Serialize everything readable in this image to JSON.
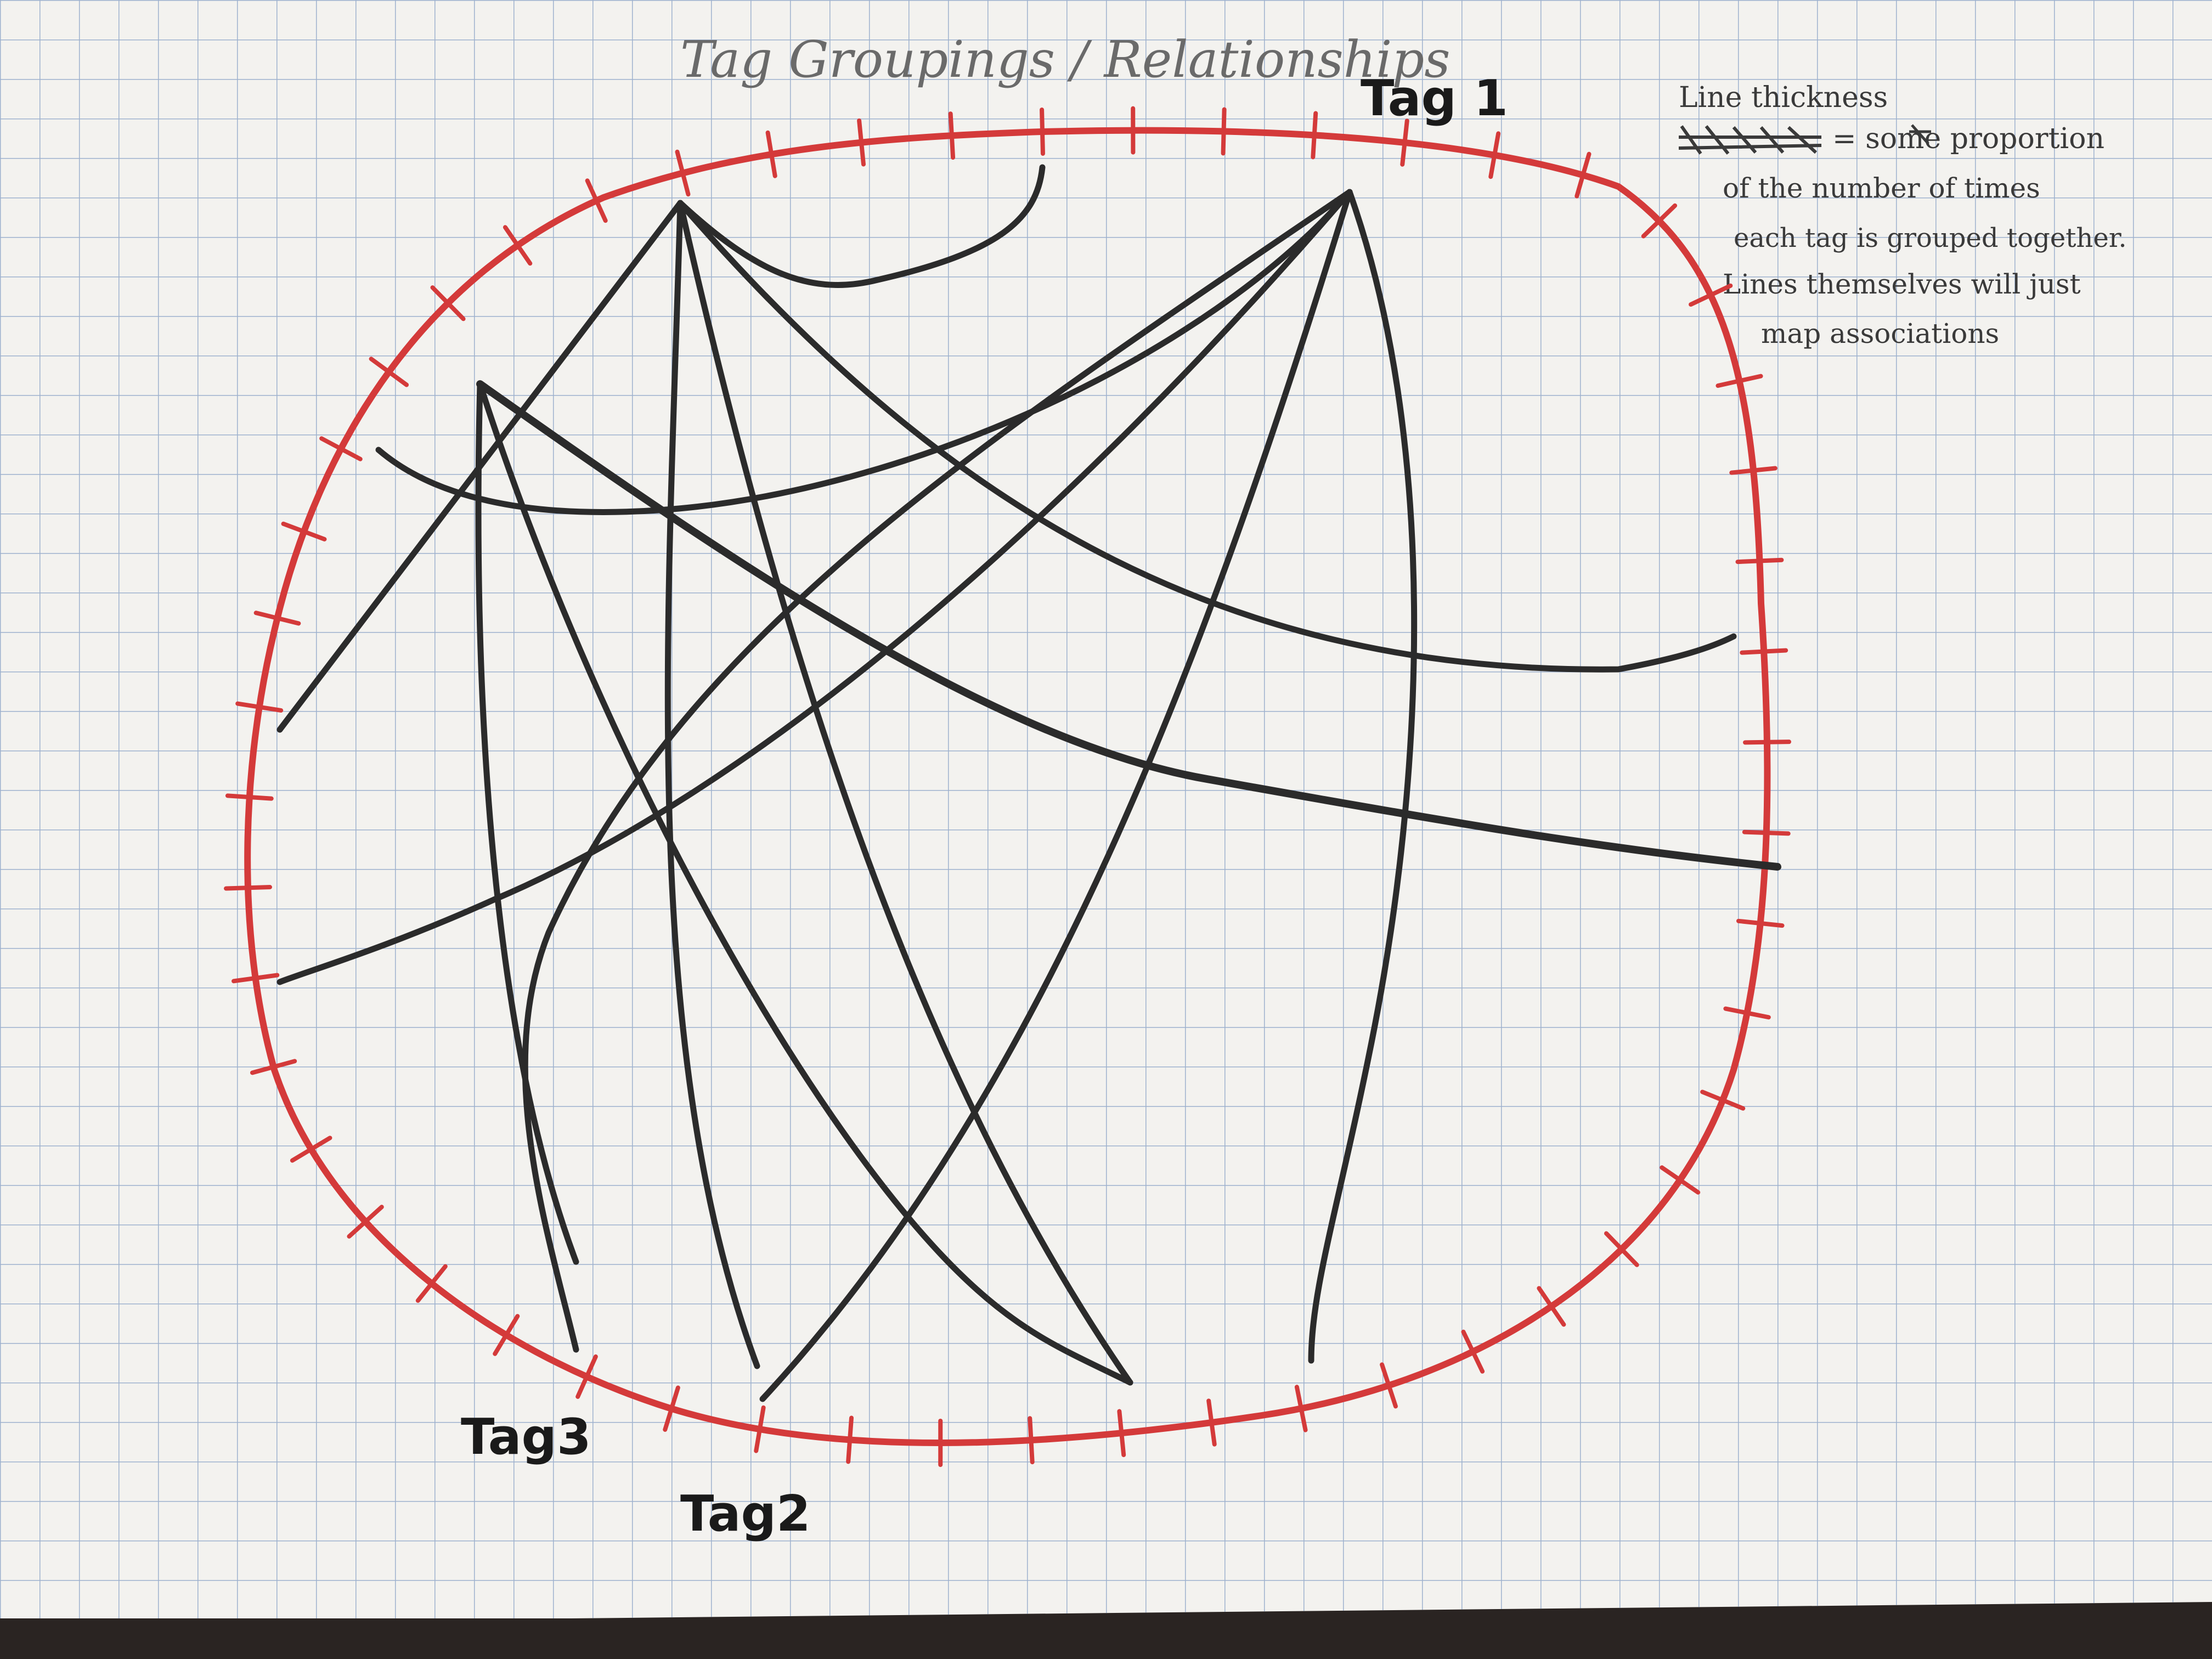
{
  "title": "Tag Groupings / Relationships",
  "note": {
    "heading": "Line thickness",
    "lines": [
      "= some proportion",
      "of the number of times",
      "each tag is grouped together.",
      "Lines themselves will just",
      "map associations"
    ]
  },
  "tags": {
    "tag1": "Tag 1",
    "tag2": "Tag2",
    "tag3": "Tag3"
  },
  "colors": {
    "circle": "#d43a3a",
    "chords": "#2b2b2b",
    "grid": "#8fa6c8",
    "paper": "#f3f2ef"
  }
}
